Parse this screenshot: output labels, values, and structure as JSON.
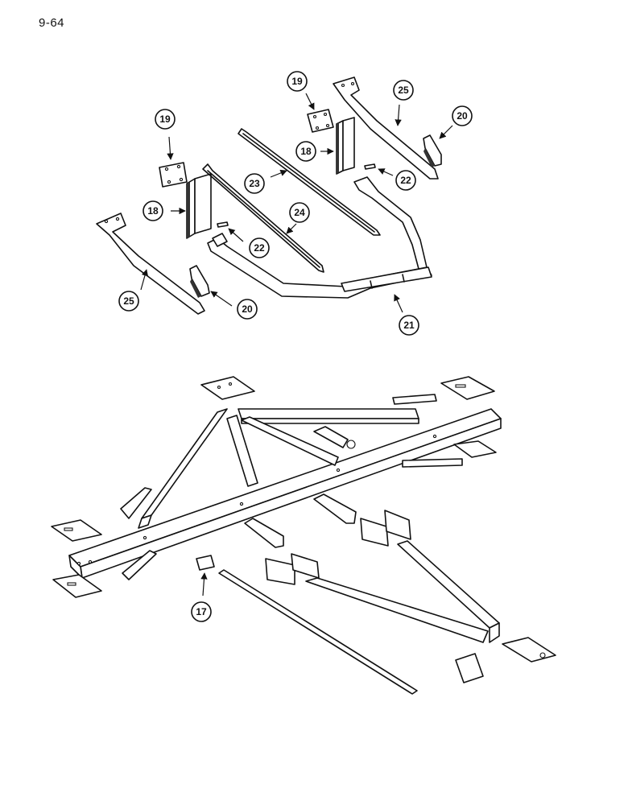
{
  "page": {
    "number": "9-64"
  },
  "callouts": [
    {
      "label": "19"
    },
    {
      "label": "18"
    },
    {
      "label": "25"
    },
    {
      "label": "20"
    },
    {
      "label": "22"
    },
    {
      "label": "23"
    },
    {
      "label": "24"
    },
    {
      "label": "21"
    },
    {
      "label": "19"
    },
    {
      "label": "18"
    },
    {
      "label": "25"
    },
    {
      "label": "20"
    },
    {
      "label": "22"
    },
    {
      "label": "17"
    }
  ],
  "colors": {
    "ink": "#111111",
    "paper": "#ffffff"
  }
}
